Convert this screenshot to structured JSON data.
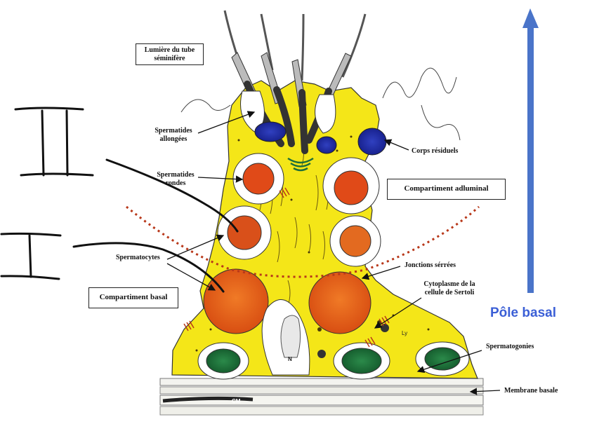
{
  "labels": {
    "lumiere": "Lumière du tube séminifère",
    "spermatides_allongees": "Spermatides allongées",
    "spermatides_rondes": "Spermatides rondes",
    "spermatocytes": "Spermatocytes",
    "corps_residuels": "Corps résiduels",
    "compartiment_adluminal": "Compartiment adluminal",
    "compartiment_basal": "Compartiment basal",
    "jonctions_serrees": "Jonctions sérrées",
    "cytoplasme_sertoli": "Cytoplasme de la cellule de Sertoli",
    "spermatogonies": "Spermatogonies",
    "membrane_basale": "Membrane basale",
    "pole_basal": "Pôle basal",
    "cm_tag": "CM",
    "ly_tag": "Ly",
    "n_tag": "N"
  },
  "handwritten": {
    "upper_numeral": "II",
    "lower_numeral": "I"
  },
  "colors": {
    "sertoli_yellow": "#f4e618",
    "spermatocyte_orange": "#e8611a",
    "spermatide_red": "#e04a18",
    "residual_body_blue": "#1f2ea8",
    "spermatogonia_green": "#1d6e3a",
    "arrow_blue": "#4a74c9",
    "pole_text_blue": "#3b5fd6",
    "dotted_boundary": "#b8381a"
  }
}
